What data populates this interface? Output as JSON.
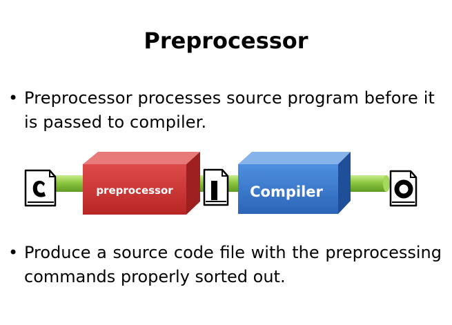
{
  "slide": {
    "title": "Preprocessor",
    "bullets": [
      {
        "text": "Preprocessor processes source program before it is passed to compiler."
      },
      {
        "text": "Produce a source code file with the preprocessing commands properly sorted out."
      }
    ]
  },
  "diagram": {
    "boxes": [
      {
        "label": "preprocessor",
        "color": "#d63c3c"
      },
      {
        "label": "Compiler",
        "color": "#3f7fd1"
      }
    ],
    "file_icons": [
      "c-file-icon",
      "i-file-icon",
      "o-file-icon"
    ],
    "pipe_color": "#8dc63f"
  }
}
